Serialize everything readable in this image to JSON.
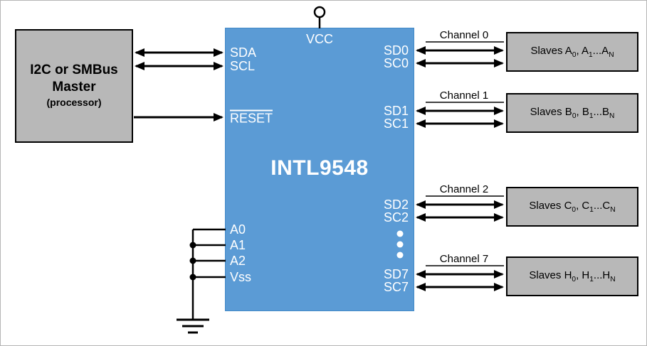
{
  "diagram": {
    "master": {
      "line1": "I2C or SMBus",
      "line2": "Master",
      "line3": "(processor)"
    },
    "chip": {
      "title": "INTL9548",
      "vcc_label": "VCC",
      "left_pins": {
        "sda": "SDA",
        "scl": "SCL",
        "reset": "RESET",
        "a0": "A0",
        "a1": "A1",
        "a2": "A2",
        "vss": "Vss"
      },
      "right_pins": {
        "sd0": "SD0",
        "sc0": "SC0",
        "sd1": "SD1",
        "sc1": "SC1",
        "sd2": "SD2",
        "sc2": "SC2",
        "sd7": "SD7",
        "sc7": "SC7"
      }
    },
    "channels": [
      {
        "label": "Channel 0"
      },
      {
        "label": "Channel 1"
      },
      {
        "label": "Channel 2"
      },
      {
        "label": "Channel 7"
      }
    ],
    "slaves": [
      {
        "prefix": "Slaves A",
        "sub0": "0",
        "mid": ", A",
        "sub1": "1",
        "dots": "...A",
        "subn": "N"
      },
      {
        "prefix": "Slaves B",
        "sub0": "0",
        "mid": ", B",
        "sub1": "1",
        "dots": "...B",
        "subn": "N"
      },
      {
        "prefix": "Slaves C",
        "sub0": "0",
        "mid": ", C",
        "sub1": "1",
        "dots": "...C",
        "subn": "N"
      },
      {
        "prefix": "Slaves H",
        "sub0": "0",
        "mid": ", H",
        "sub1": "1",
        "dots": "...H",
        "subn": "N"
      }
    ],
    "colors": {
      "chip_fill": "#5b9bd5",
      "chip_text": "#ffffff",
      "box_fill": "#b8b8b8",
      "wire": "#000000"
    }
  }
}
